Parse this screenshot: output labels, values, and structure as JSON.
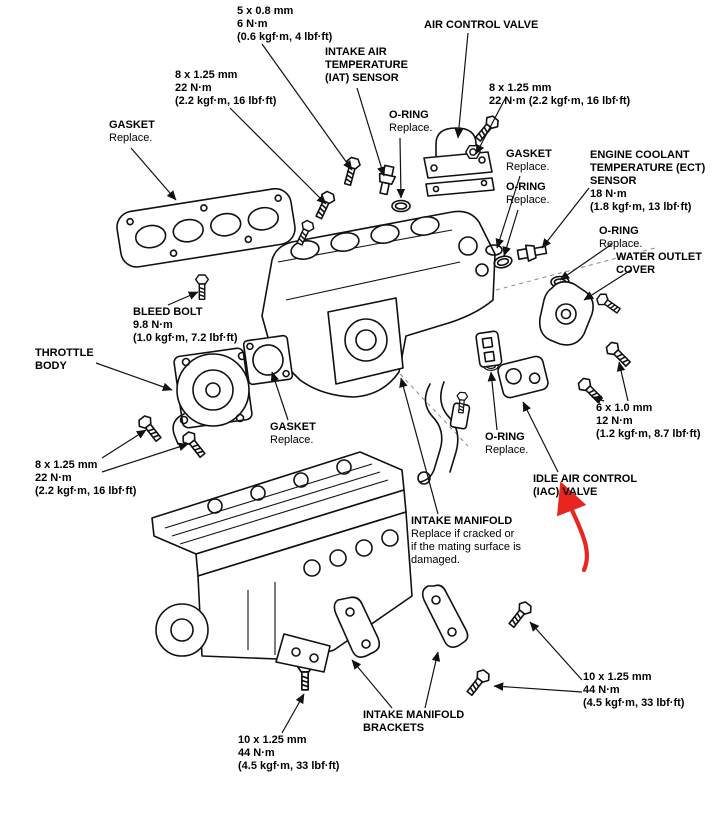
{
  "figure": {
    "type": "exploded-parts-diagram",
    "background": "#ffffff",
    "line_color": "#111111",
    "annotation_arrow_color": "#e8251f"
  },
  "annotations": [
    {
      "name": "red-arrow",
      "color": "#e8251f",
      "points_to": "IDLE AIR CONTROL (IAC) VALVE"
    }
  ],
  "labels": [
    {
      "name": "bolt-spec-5x0-8",
      "title": "5 x 0.8 mm\n6 N·m\n(0.6 kgf·m, 4 lbf·ft)"
    },
    {
      "name": "air-control-valve",
      "title": "AIR CONTROL VALVE"
    },
    {
      "name": "iat-sensor",
      "title": "INTAKE AIR\nTEMPERATURE\n(IAT) SENSOR"
    },
    {
      "name": "bolt-spec-8x1-25-top-left",
      "title": "8 x 1.25 mm\n22 N·m\n(2.2 kgf·m, 16 lbf·ft)"
    },
    {
      "name": "bolt-spec-8x1-25-top-right",
      "title": "8 x 1.25 mm\n22 N·m (2.2 kgf·m, 16 lbf·ft)"
    },
    {
      "name": "o-ring-top",
      "title": "O-RING",
      "note": "Replace."
    },
    {
      "name": "gasket-top-left",
      "title": "GASKET",
      "note": "Replace."
    },
    {
      "name": "gasket-right",
      "title": "GASKET",
      "note": "Replace."
    },
    {
      "name": "ect-sensor",
      "title": "ENGINE COOLANT\nTEMPERATURE (ECT)\nSENSOR\n18 N·m\n(1.8 kgf·m, 13 lbf·ft)"
    },
    {
      "name": "o-ring-right-upper",
      "title": "O-RING",
      "note": "Replace."
    },
    {
      "name": "o-ring-right-mid",
      "title": "O-RING",
      "note": "Replace."
    },
    {
      "name": "water-outlet-cover",
      "title": "WATER OUTLET\nCOVER"
    },
    {
      "name": "bleed-bolt",
      "title": "BLEED BOLT\n9.8 N·m\n(1.0 kgf·m, 7.2 lbf·ft)"
    },
    {
      "name": "throttle-body",
      "title": "THROTTLE\nBODY"
    },
    {
      "name": "gasket-center",
      "title": "GASKET",
      "note": "Replace."
    },
    {
      "name": "bolt-spec-6x1-0",
      "title": "6 x 1.0 mm\n12 N·m\n(1.2 kgf·m, 8.7 lbf·ft)"
    },
    {
      "name": "bolt-spec-8x1-25-left",
      "title": "8 x 1.25 mm\n22 N·m\n(2.2 kgf·m, 16 lbf·ft)"
    },
    {
      "name": "o-ring-bottom",
      "title": "O-RING",
      "note": "Replace."
    },
    {
      "name": "iac-valve",
      "title": "IDLE AIR CONTROL\n(IAC) VALVE"
    },
    {
      "name": "intake-manifold",
      "title": "INTAKE MANIFOLD",
      "note": "Replace if cracked or\nif the mating surface is\ndamaged."
    },
    {
      "name": "bolt-spec-10x1-25-right",
      "title": "10 x 1.25 mm\n44 N·m\n(4.5 kgf·m, 33 lbf·ft)"
    },
    {
      "name": "intake-manifold-brackets",
      "title": "INTAKE MANIFOLD\nBRACKETS"
    },
    {
      "name": "bolt-spec-10x1-25-left",
      "title": "10 x 1.25 mm\n44 N·m\n(4.5 kgf·m, 33 lbf·ft)"
    }
  ]
}
